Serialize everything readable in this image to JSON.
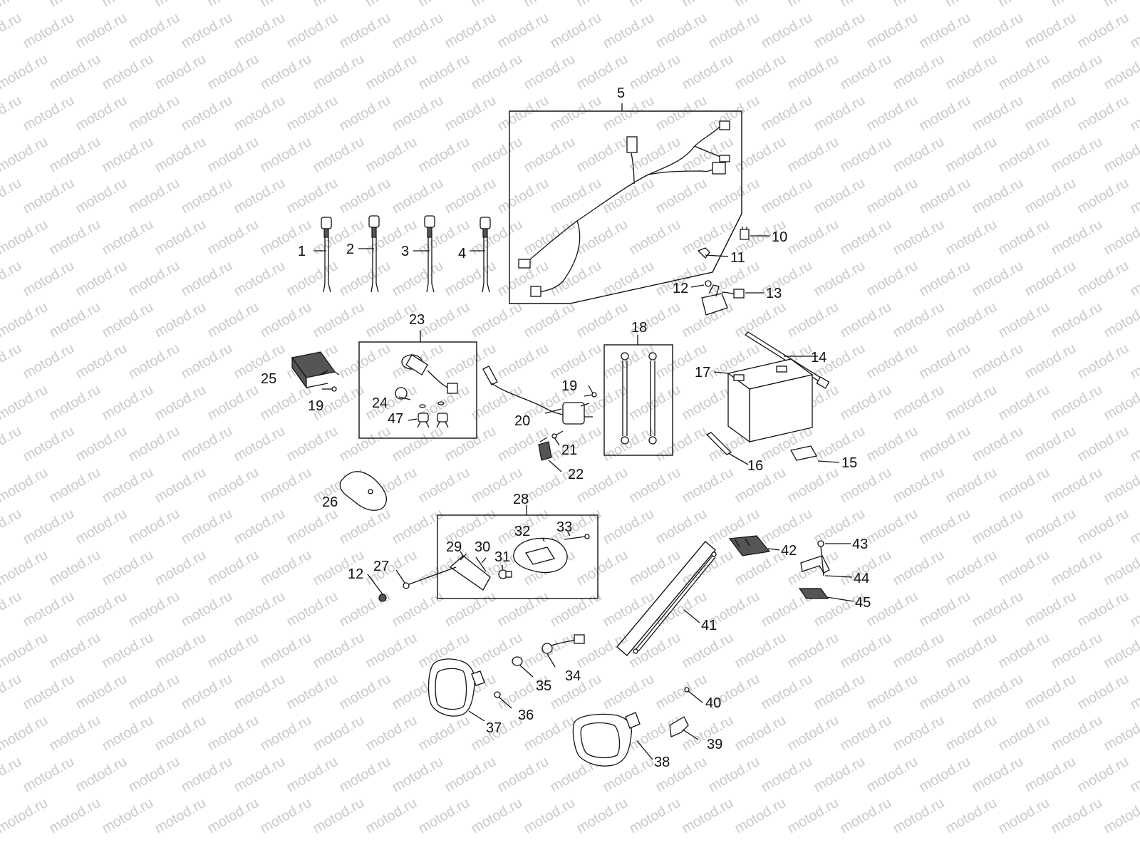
{
  "watermark": {
    "text": "motod.ru",
    "color": "#c9c9c9"
  },
  "callouts": {
    "c1": "1",
    "c2": "2",
    "c3": "3",
    "c4": "4",
    "c5": "5",
    "c10": "10",
    "c11": "11",
    "c12a": "12",
    "c13": "13",
    "c14": "14",
    "c15": "15",
    "c16": "16",
    "c17": "17",
    "c18": "18",
    "c19a": "19",
    "c19b": "19",
    "c20": "20",
    "c21": "21",
    "c22": "22",
    "c23": "23",
    "c24": "24",
    "c25": "25",
    "c26": "26",
    "c27": "27",
    "c28": "28",
    "c29": "29",
    "c30": "30",
    "c31": "31",
    "c32": "32",
    "c33": "33",
    "c34": "34",
    "c35": "35",
    "c36": "36",
    "c37": "37",
    "c38": "38",
    "c39": "39",
    "c40": "40",
    "c41": "41",
    "c42": "42",
    "c43": "43",
    "c44": "44",
    "c45": "45",
    "c47": "47",
    "c12b": "12"
  }
}
